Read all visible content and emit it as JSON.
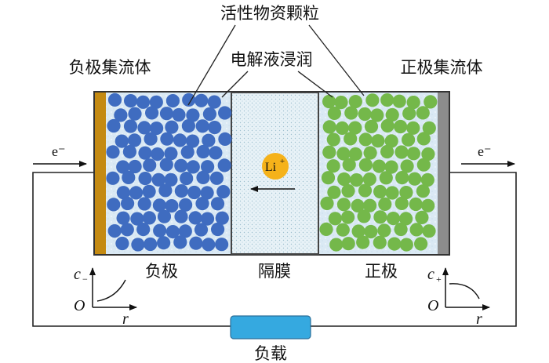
{
  "labels": {
    "active_particles": "活性物资颗粒",
    "electrolyte": "电解液浸润",
    "anode_collector": "负极集流体",
    "cathode_collector": "正极集流体",
    "anode": "负极",
    "separator": "隔膜",
    "cathode": "正极",
    "load": "负载",
    "electron_left": "e⁻",
    "electron_right": "e⁻",
    "ion_main": "Li",
    "ion_sup": "+"
  },
  "plots": {
    "left": {
      "ylabel_main": "c",
      "ylabel_sub": "−",
      "origin": "O",
      "xlabel": "r"
    },
    "right": {
      "ylabel_main": "c",
      "ylabel_sub": "+",
      "origin": "O",
      "xlabel": "r"
    }
  },
  "colors": {
    "anode_particle": "#3f6cc0",
    "cathode_particle": "#74b84a",
    "anode_collector": "#c48a12",
    "cathode_collector": "#8c8c8c",
    "electrolyte_bg": "#d9e8f3",
    "separator_bg": "#e7f1f6",
    "load": "#35a9e0",
    "li_ion": "#f5b21a"
  }
}
